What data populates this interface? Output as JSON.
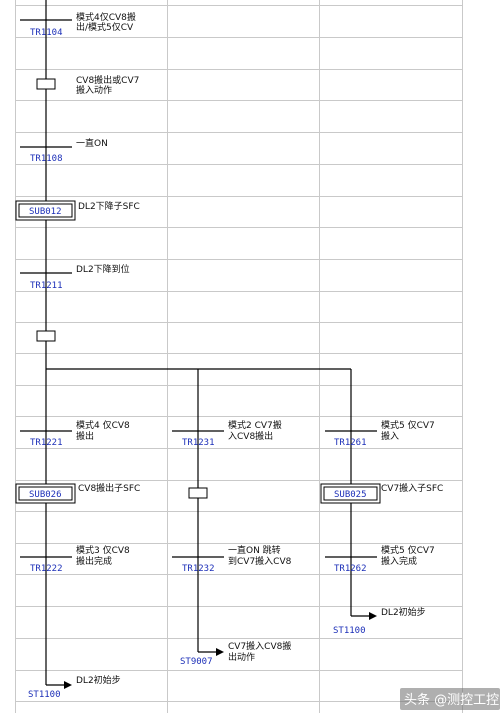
{
  "steps_main": [
    {
      "label": "TR1104",
      "comment": [
        "模式4仅CV8搬",
        "出/模式5仅CV"
      ]
    },
    {
      "comment": [
        "CV8搬出或CV7",
        "搬入动作"
      ]
    },
    {
      "label": "TR1108",
      "comment": [
        "一直ON"
      ]
    },
    {
      "label": "SUB012",
      "comment": [
        "DL2下降子SFC"
      ]
    },
    {
      "label": "TR1211",
      "comment": [
        "DL2下降到位"
      ]
    }
  ],
  "branch1": {
    "transition": {
      "label": "TR1221",
      "comment": [
        "模式4 仅CV8",
        "搬出"
      ]
    },
    "sub": {
      "label": "SUB026",
      "comment": [
        "CV8搬出子SFC"
      ]
    },
    "transition2": {
      "label": "TR1222",
      "comment": [
        "模式3 仅CV8",
        "搬出完成"
      ]
    },
    "jump": {
      "label": "ST1100",
      "comment": [
        "DL2初始步"
      ]
    }
  },
  "branch2": {
    "transition": {
      "label": "TR1231",
      "comment": [
        "模式2 CV7搬",
        "入CV8搬出"
      ]
    },
    "transition2": {
      "label": "TR1232",
      "comment": [
        "一直ON 跳转",
        "到CV7搬入CV8"
      ]
    },
    "jump": {
      "label": "ST9007",
      "comment": [
        "CV7搬入CV8搬",
        "出动作"
      ]
    }
  },
  "branch3": {
    "transition": {
      "label": "TR1261",
      "comment": [
        "模式5 仅CV7",
        "搬入"
      ]
    },
    "sub": {
      "label": "SUB025",
      "comment": [
        "CV7搬入子SFC"
      ]
    },
    "transition2": {
      "label": "TR1262",
      "comment": [
        "模式5 仅CV7",
        "搬入完成"
      ]
    },
    "jump": {
      "label": "ST1100",
      "comment": [
        "DL2初始步"
      ]
    }
  },
  "watermark": "头条 @测控工控"
}
